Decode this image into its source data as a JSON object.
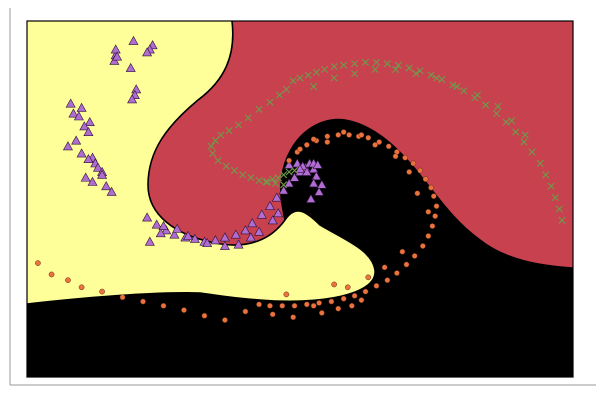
{
  "chart_data": {
    "type": "scatter",
    "title": "",
    "xlabel": "",
    "ylabel": "",
    "xlim": [
      -1.5,
      2.5
    ],
    "ylim": [
      -1.0,
      1.5
    ],
    "grid": false,
    "legend": "none",
    "region_colors": {
      "yellow": "#ffff99",
      "red": "#c8414f",
      "black": "#000000"
    },
    "series": [
      {
        "marker": "triangle",
        "color": "#b06cd1",
        "x": [
          -0.85,
          -0.85,
          -0.86,
          -0.84,
          -0.72,
          -0.74,
          -0.7,
          -0.71,
          -0.73,
          -0.58,
          -0.6,
          -0.62,
          -1.18,
          -1.1,
          -1.16,
          -1.12,
          -1.04,
          -1.08,
          -1.05,
          -1.14,
          -1.2,
          -1.1,
          -1.02,
          -1.05,
          -1.0,
          -0.98,
          -0.95,
          -1.07,
          -1.02,
          -0.92,
          -0.88,
          -0.95,
          -0.62,
          -0.55,
          -0.48,
          -0.42,
          -0.34,
          -0.27,
          -0.2,
          -0.12,
          -0.05,
          0.03,
          0.1,
          0.15,
          0.22,
          0.28,
          0.33,
          0.38,
          0.42,
          0.46,
          0.5,
          0.54,
          0.57,
          0.6,
          0.62,
          0.6,
          0.64,
          0.58,
          0.66,
          0.42,
          0.48,
          0.52,
          0.55,
          0.6,
          0.5,
          0.63,
          -0.6,
          -0.52,
          -0.5,
          -0.4,
          -0.32,
          -0.18,
          -0.05,
          0.05,
          0.14,
          0.2,
          0.34,
          0.3
        ],
        "y": [
          1.26,
          1.3,
          1.22,
          1.25,
          1.36,
          1.17,
          1.02,
          0.98,
          0.95,
          1.33,
          1.3,
          1.28,
          0.92,
          0.89,
          0.85,
          0.83,
          0.79,
          0.76,
          0.72,
          0.66,
          0.62,
          0.57,
          0.54,
          0.53,
          0.5,
          0.47,
          0.44,
          0.4,
          0.37,
          0.34,
          0.3,
          0.42,
          0.12,
          0.07,
          0.03,
          0.0,
          -0.02,
          -0.03,
          -0.05,
          -0.04,
          -0.02,
          0.0,
          0.03,
          0.08,
          0.14,
          0.2,
          0.26,
          0.31,
          0.36,
          0.4,
          0.44,
          0.47,
          0.5,
          0.46,
          0.41,
          0.36,
          0.3,
          0.25,
          0.35,
          0.49,
          0.5,
          0.48,
          0.44,
          0.5,
          0.46,
          0.49,
          -0.05,
          0.01,
          0.06,
          0.04,
          -0.01,
          -0.06,
          -0.08,
          -0.07,
          -0.02,
          0.02,
          0.15,
          0.1
        ]
      },
      {
        "marker": "circle",
        "color": "#e8733f",
        "x": [
          0.42,
          0.48,
          0.55,
          0.62,
          0.7,
          0.78,
          0.86,
          0.93,
          1.0,
          1.08,
          1.15,
          1.21,
          1.27,
          1.33,
          1.38,
          1.42,
          1.46,
          1.48,
          1.5,
          1.49,
          1.47,
          1.44,
          1.4,
          1.34,
          1.28,
          1.21,
          1.14,
          1.06,
          0.98,
          0.9,
          0.82,
          0.73,
          0.64,
          0.55,
          0.46,
          0.37,
          0.28,
          0.2,
          0.5,
          0.6,
          0.7,
          0.82,
          0.95,
          1.05,
          1.2,
          1.3,
          1.36,
          1.44,
          1.25,
          1.12,
          0.85,
          0.78,
          0.66,
          0.4,
          0.3,
          0.1,
          -0.05,
          -0.2,
          -0.35,
          -0.5,
          -0.65,
          -0.8,
          -0.95,
          -1.1,
          -1.2,
          -1.32,
          -1.42,
          1.0,
          0.95,
          0.88,
          0.75,
          0.6,
          0.45
        ],
        "y": [
          0.52,
          0.58,
          0.63,
          0.66,
          0.69,
          0.7,
          0.7,
          0.69,
          0.68,
          0.65,
          0.62,
          0.58,
          0.54,
          0.5,
          0.45,
          0.39,
          0.33,
          0.27,
          0.2,
          0.13,
          0.06,
          -0.01,
          -0.08,
          -0.15,
          -0.21,
          -0.27,
          -0.32,
          -0.36,
          -0.4,
          -0.43,
          -0.45,
          -0.47,
          -0.48,
          -0.49,
          -0.5,
          -0.5,
          -0.5,
          -0.49,
          0.6,
          0.67,
          0.65,
          0.72,
          0.7,
          0.63,
          0.55,
          0.44,
          0.29,
          0.16,
          -0.12,
          -0.23,
          -0.37,
          -0.52,
          -0.55,
          -0.42,
          -0.56,
          -0.54,
          -0.6,
          -0.57,
          -0.53,
          -0.5,
          -0.47,
          -0.44,
          -0.4,
          -0.37,
          -0.32,
          -0.28,
          -0.2,
          -0.3,
          -0.46,
          -0.5,
          -0.35,
          -0.5,
          -0.58
        ]
      },
      {
        "marker": "x",
        "color": "#6f9a4a",
        "x": [
          0.4,
          0.45,
          0.5,
          0.56,
          0.62,
          0.68,
          0.75,
          0.82,
          0.9,
          0.98,
          1.06,
          1.14,
          1.22,
          1.3,
          1.38,
          1.46,
          1.54,
          1.62,
          1.7,
          1.78,
          1.86,
          1.94,
          2.01,
          2.08,
          2.14,
          2.2,
          2.26,
          2.3,
          2.34,
          2.37,
          2.4,
          2.42,
          0.35,
          0.28,
          0.2,
          0.12,
          0.05,
          -0.02,
          -0.08,
          -0.12,
          -0.15,
          -0.14,
          -0.1,
          -0.04,
          0.02,
          0.08,
          0.14,
          0.2,
          0.26,
          0.32,
          0.38,
          0.6,
          0.75,
          0.9,
          1.05,
          1.2,
          1.35,
          1.5,
          1.65,
          1.8,
          1.95,
          2.05,
          2.15,
          0.3,
          0.25,
          0.34,
          0.38,
          0.42,
          0.46
        ],
        "y": [
          1.02,
          1.08,
          1.1,
          1.12,
          1.14,
          1.16,
          1.18,
          1.19,
          1.2,
          1.21,
          1.21,
          1.2,
          1.19,
          1.17,
          1.15,
          1.12,
          1.09,
          1.05,
          1.01,
          0.96,
          0.91,
          0.85,
          0.79,
          0.72,
          0.65,
          0.58,
          0.5,
          0.42,
          0.34,
          0.26,
          0.18,
          0.1,
          0.98,
          0.93,
          0.88,
          0.82,
          0.77,
          0.73,
          0.7,
          0.66,
          0.62,
          0.57,
          0.52,
          0.48,
          0.45,
          0.42,
          0.4,
          0.38,
          0.37,
          0.36,
          0.35,
          1.04,
          1.1,
          1.13,
          1.16,
          1.16,
          1.13,
          1.1,
          1.04,
          0.98,
          0.9,
          0.8,
          0.7,
          0.39,
          0.37,
          0.4,
          0.42,
          0.44,
          0.45
        ]
      }
    ]
  }
}
